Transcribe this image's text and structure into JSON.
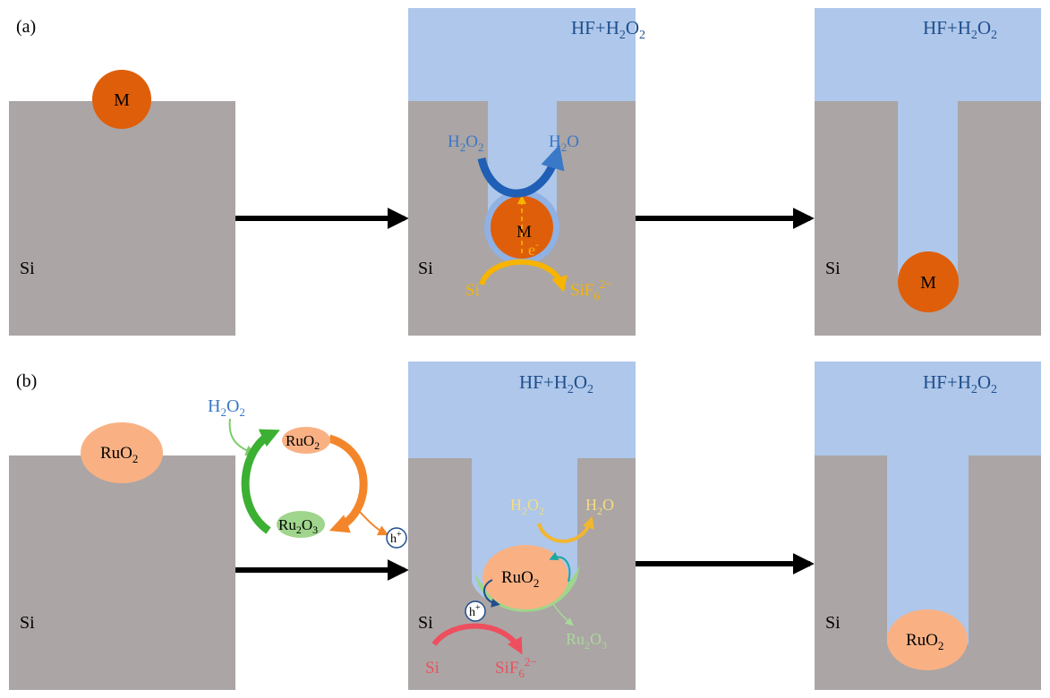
{
  "colors": {
    "silicon": "#aba5a5",
    "solution": "#aec7ea",
    "metal": "#df5e0a",
    "ruo2": "#f9b184",
    "ru2o3": "#9fd58c",
    "blue_text": "#3a78c8",
    "dark_blue": "#1f4e8c",
    "yellow": "#f7b400",
    "green": "#3bb033",
    "orange": "#f3862a",
    "red": "#ee4f5e",
    "pale_yellow": "#f7dc7e",
    "pale_green": "#a8d99a",
    "teal": "#19a8a8"
  },
  "panel_a": {
    "label": "(a)",
    "step1": {
      "particle": "M",
      "substrate": "Si"
    },
    "step2": {
      "solution": "HF+H2O2",
      "particle": "M",
      "electron": "e-",
      "oxidant": "H2O2",
      "product": "H2O",
      "reactant_si": "Si",
      "product_si": "SiF62-",
      "substrate": "Si"
    },
    "step3": {
      "solution": "HF+H2O2",
      "particle": "M",
      "substrate": "Si"
    }
  },
  "panel_b": {
    "label": "(b)",
    "step1": {
      "particle": "RuO2",
      "substrate": "Si"
    },
    "cycle": {
      "oxidant": "H2O2",
      "top": "RuO2",
      "bottom": "Ru2O3",
      "hole": "h+"
    },
    "step2": {
      "solution": "HF+H2O2",
      "particle": "RuO2",
      "oxidant": "H2O2",
      "product": "H2O",
      "hole": "h+",
      "reduced": "Ru2O3",
      "reactant_si": "Si",
      "product_si": "SiF62-",
      "substrate": "Si"
    },
    "step3": {
      "solution": "HF+H2O2",
      "particle": "RuO2",
      "substrate": "Si"
    }
  }
}
